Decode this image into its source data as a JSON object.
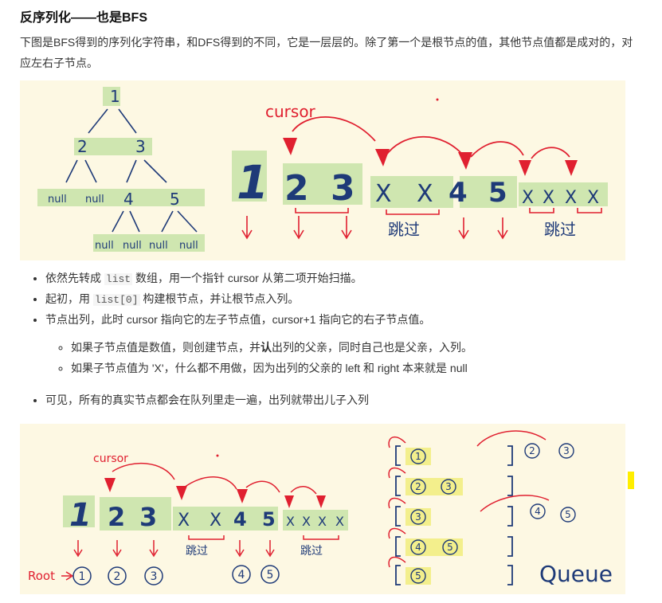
{
  "heading": "反序列化——也是BFS",
  "intro": "下图是BFS得到的序列化字符串，和DFS得到的不同，它是一层层的。除了第一个是根节点的值，其他节点值都是成对的，对应左右子节点。",
  "figure1": {
    "tree": {
      "root": "1",
      "level2": [
        "2",
        "3"
      ],
      "level3": [
        "null",
        "null",
        "4",
        "5"
      ],
      "level4": [
        "null",
        "null",
        "null",
        "null"
      ]
    },
    "cursor_label": "cursor",
    "sequence": [
      "1",
      "2",
      "3",
      "X",
      "X",
      "4",
      "5",
      "X",
      "X",
      "X",
      "X"
    ],
    "skip_label": "跳过"
  },
  "bullets": [
    {
      "before": "依然先转成 ",
      "code": "list",
      "after": " 数组，用一个指针 cursor 从第二项开始扫描。"
    },
    {
      "before": "起初，用 ",
      "code": "list[0]",
      "after": " 构建根节点，并让根节点入列。"
    },
    {
      "before": "节点出列，此时 cursor 指向它的左子节点值，cursor+1 指向它的右子节点值。",
      "code": "",
      "after": ""
    }
  ],
  "sub_bullets": [
    {
      "before": "如果子节点值是数值，则创建节点，并",
      "bold": "认",
      "after": "出列的父亲，同时自己也是父亲，入列。"
    },
    {
      "before": "如果子节点值为 'X'，什么都不用做，因为出列的父亲的 left 和 right 本来就是 null",
      "bold": "",
      "after": ""
    }
  ],
  "last_bullet": "可见，所有的真实节点都会在队列里走一遍，出列就带出儿子入列",
  "figure2": {
    "cursor_label": "cursor",
    "sequence": [
      "1",
      "2",
      "3",
      "X",
      "X",
      "4",
      "5",
      "X",
      "X",
      "X",
      "X"
    ],
    "skip_label": "跳过",
    "root_label": "Root",
    "created_nodes": [
      "1",
      "2",
      "3",
      "4",
      "5"
    ],
    "queue_states": [
      {
        "content": [
          "1"
        ],
        "enqueued": [
          "2",
          "3"
        ]
      },
      {
        "content": [
          "2",
          "3"
        ],
        "enqueued": []
      },
      {
        "content": [
          "3"
        ],
        "enqueued": [
          "4",
          "5"
        ]
      },
      {
        "content": [
          "4",
          "5"
        ],
        "enqueued": []
      },
      {
        "content": [
          "5"
        ],
        "enqueued": []
      }
    ],
    "queue_label": "Queue"
  },
  "colors": {
    "accent_red": "#e02030",
    "highlight_green": "#cfe6b0",
    "ink_blue": "#1e3a78",
    "panel_bg": "#fdf8e3",
    "circle_yellow": "#f3ef8c"
  }
}
